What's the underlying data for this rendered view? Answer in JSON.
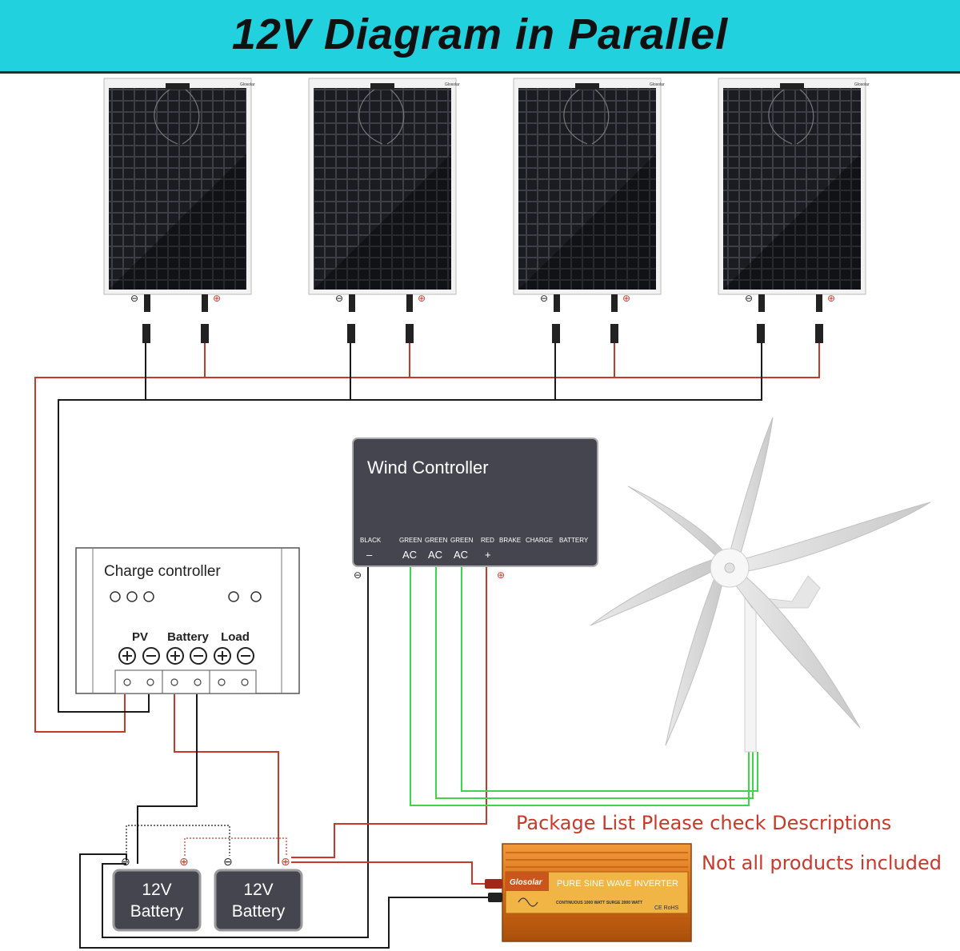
{
  "header": {
    "title": "12V Diagram in Parallel"
  },
  "solar_panels": {
    "count": 4,
    "brand": "Glosolar",
    "negative_symbol": "⊖",
    "positive_symbol": "⊕"
  },
  "wind_controller": {
    "title": "Wind Controller",
    "terminals": [
      {
        "top": "BLACK",
        "bottom": "–"
      },
      {
        "top": "GREEN",
        "bottom": "AC"
      },
      {
        "top": "GREEN",
        "bottom": "AC"
      },
      {
        "top": "GREEN",
        "bottom": "AC"
      },
      {
        "top": "RED",
        "bottom": "+"
      },
      {
        "top": "BRAKE",
        "bottom": ""
      },
      {
        "top": "CHARGE",
        "bottom": ""
      },
      {
        "top": "BATTERY",
        "bottom": ""
      }
    ]
  },
  "charge_controller": {
    "title": "Charge controller",
    "groups": [
      "PV",
      "Battery",
      "Load"
    ]
  },
  "batteries": [
    {
      "line1": "12V",
      "line2": "Battery"
    },
    {
      "line1": "12V",
      "line2": "Battery"
    }
  ],
  "inverter": {
    "brand": "Glosolar",
    "label": "PURE SINE WAVE INVERTER",
    "spec": "CONTINUOUS 1000 WATT SURGE 2000 WATT",
    "cert": "CE RoHS"
  },
  "notes": {
    "package": "Package List Please check Descriptions",
    "not_all": "Not all products included"
  },
  "colors": {
    "header_bg": "#21d1de",
    "wire_red": "#c8392b",
    "wire_black": "#1a1a1a",
    "wire_green": "#3fd44a",
    "panel_cell": "#1b1c22",
    "controller_bg": "#45454f",
    "inverter": "#e07a1e",
    "note_text": "#c8392b"
  }
}
